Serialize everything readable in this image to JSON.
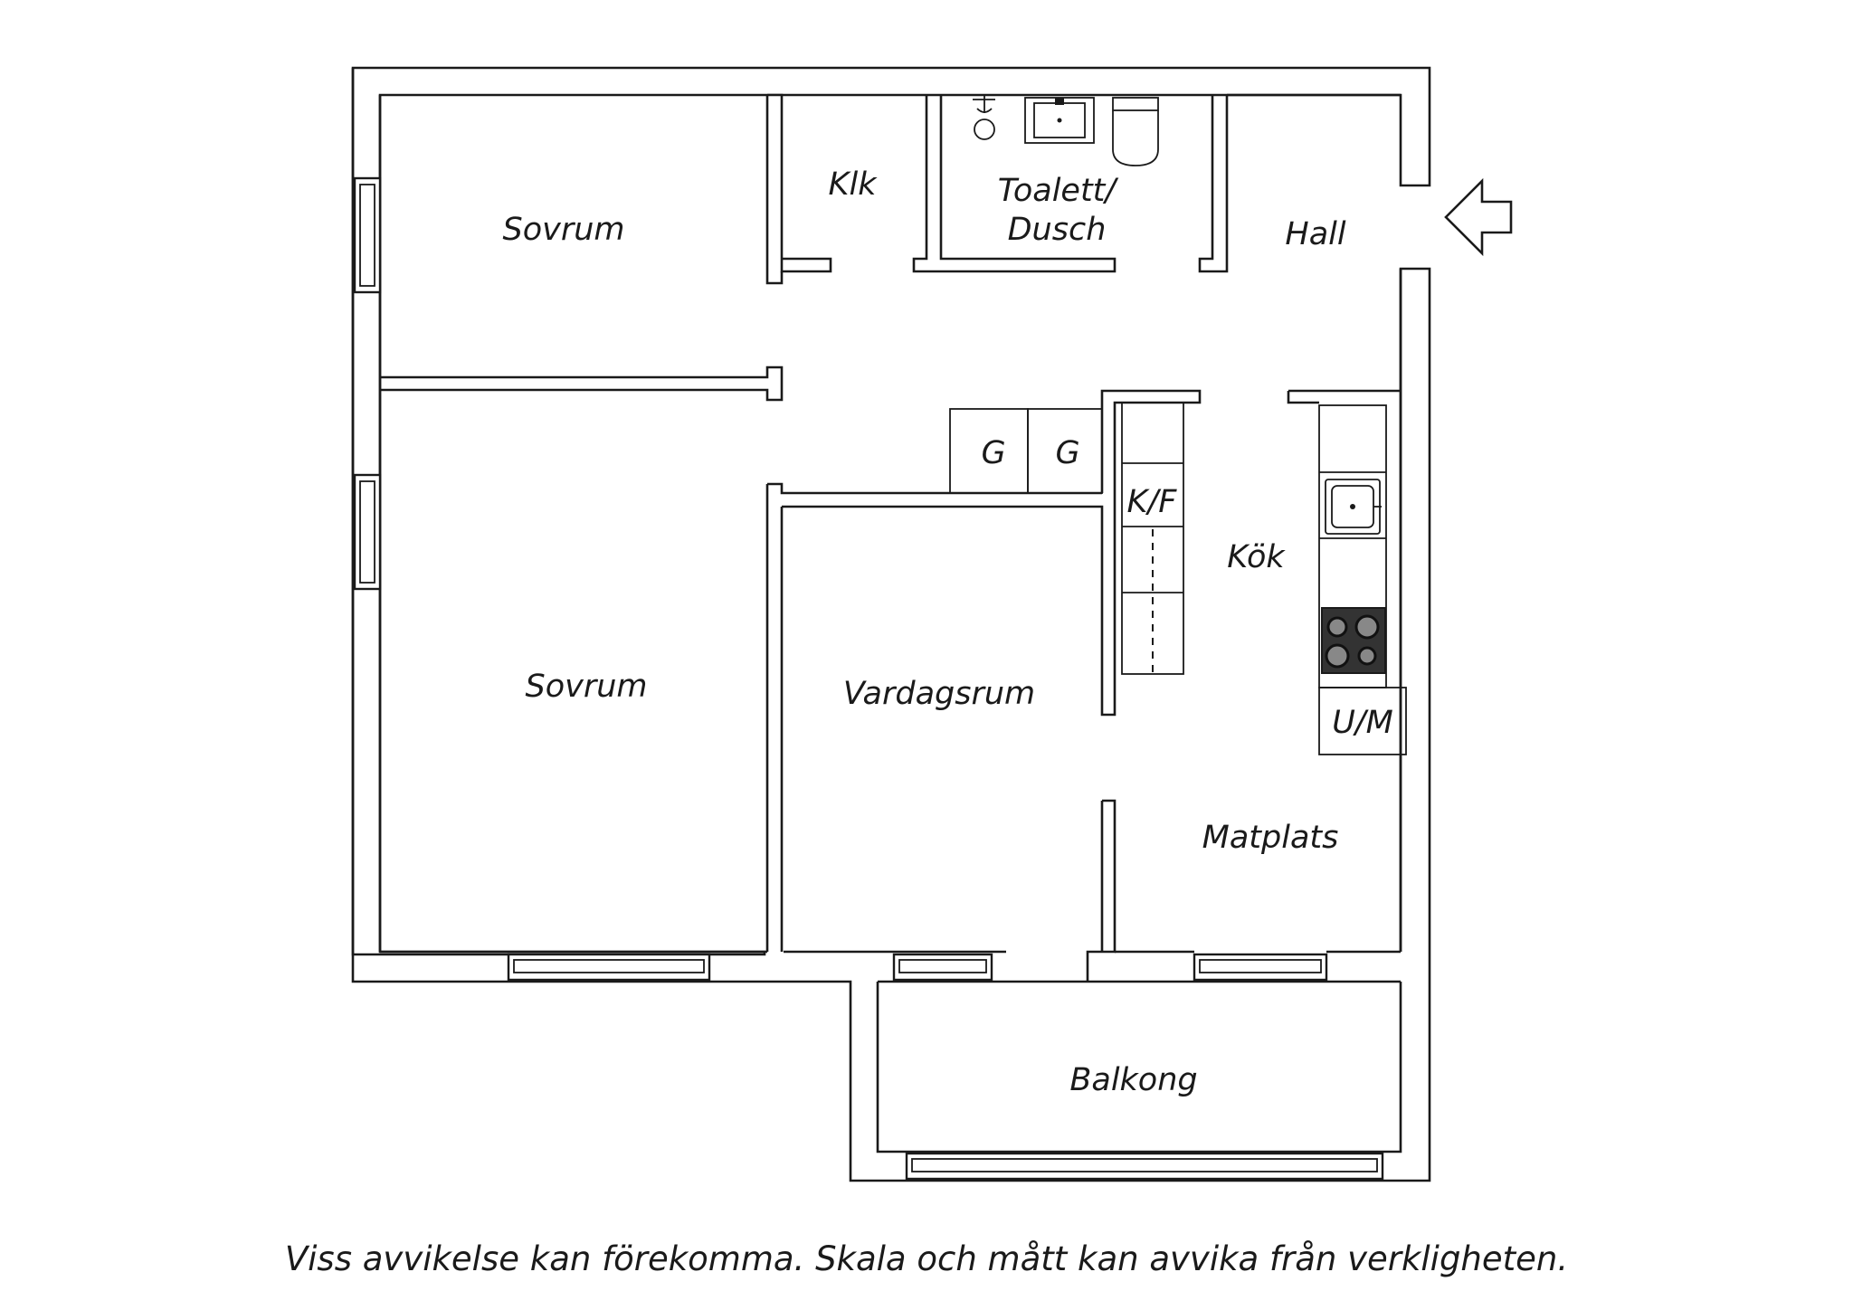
{
  "rooms": {
    "sovrum_1": "Sovrum",
    "klk": "Klk",
    "toalett_line1": "Toalett/",
    "toalett_line2": "Dusch",
    "hall": "Hall",
    "sovrum_2": "Sovrum",
    "vardagsrum": "Vardagsrum",
    "kok": "Kök",
    "matplats": "Matplats",
    "balkong": "Balkong"
  },
  "fixtures": {
    "garderob_1": "G",
    "garderob_2": "G",
    "kyl_frys": "K/F",
    "ugn_mikro": "U/M"
  },
  "icons": [
    "shower-icon",
    "sink-icon",
    "toilet-icon",
    "kitchen-sink-icon",
    "stove-icon",
    "entrance-arrow-icon"
  ],
  "disclaimer": "Viss avvikelse kan förekomma. Skala och mått kan avvika från verkligheten.",
  "colors": {
    "ink": "#1a1a1a",
    "background": "#ffffff",
    "stove": "#333333"
  }
}
